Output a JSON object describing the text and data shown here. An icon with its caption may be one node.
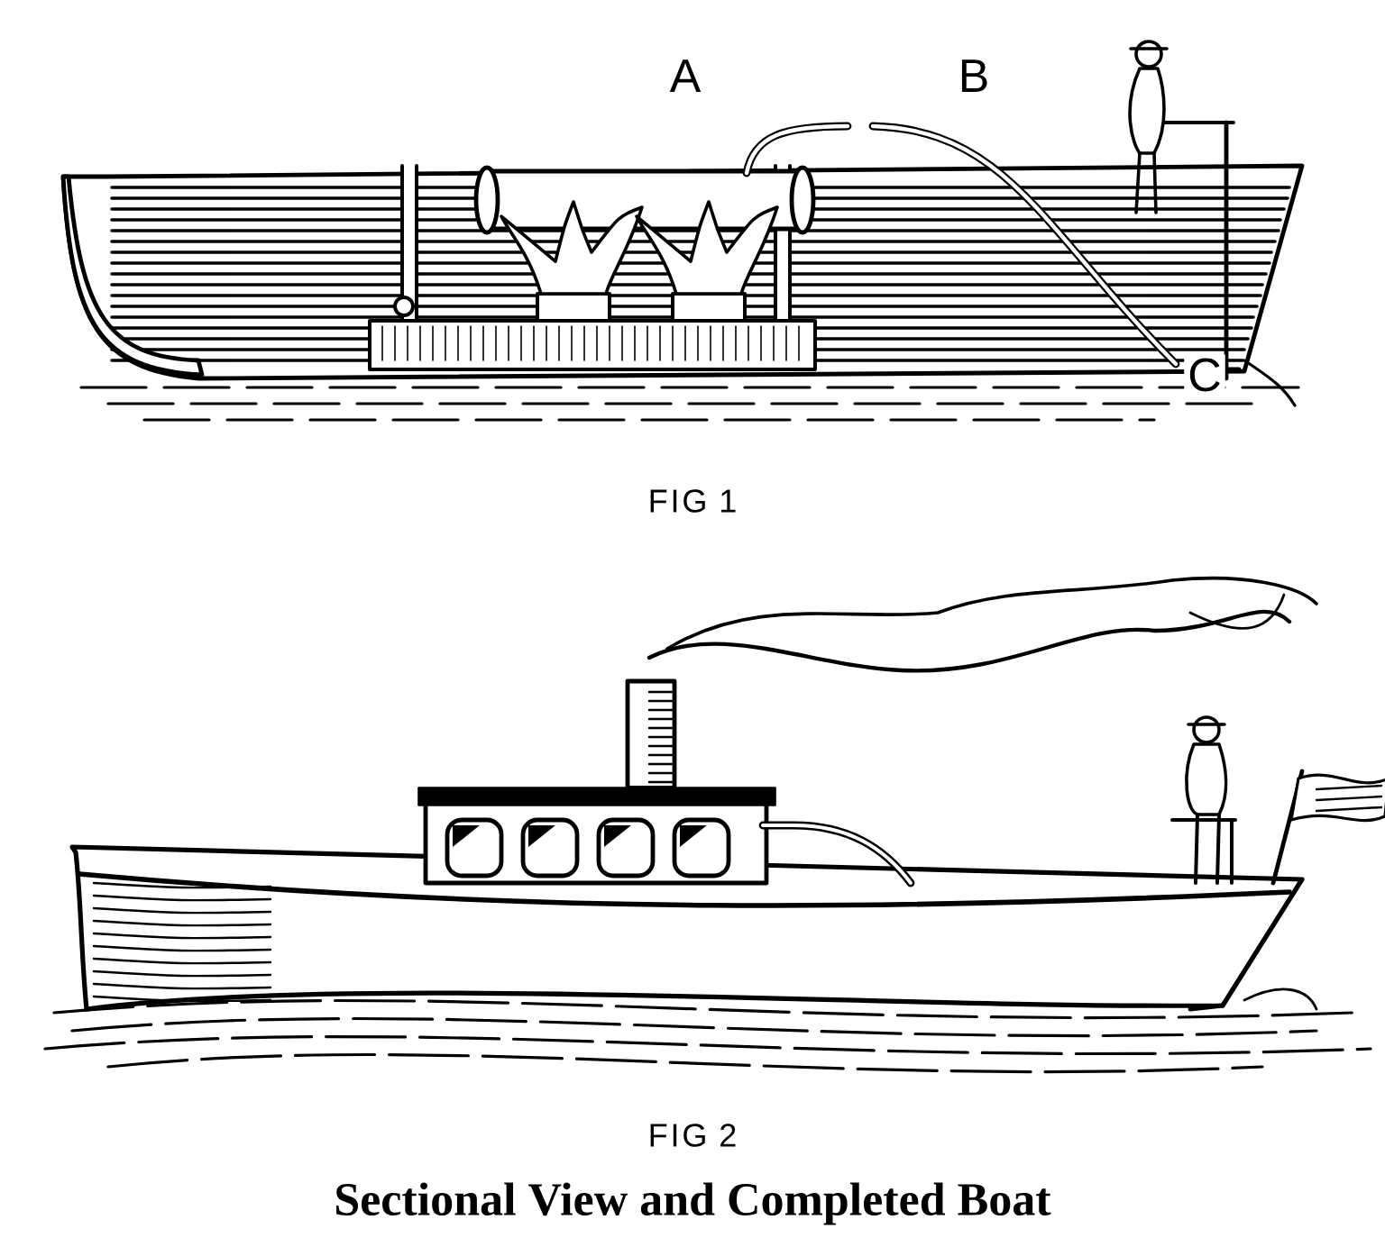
{
  "diagram": {
    "caption": "Sectional View and Completed Boat",
    "labels": [
      "A",
      "B",
      "C",
      "FIG 1",
      "FIG 2"
    ]
  }
}
